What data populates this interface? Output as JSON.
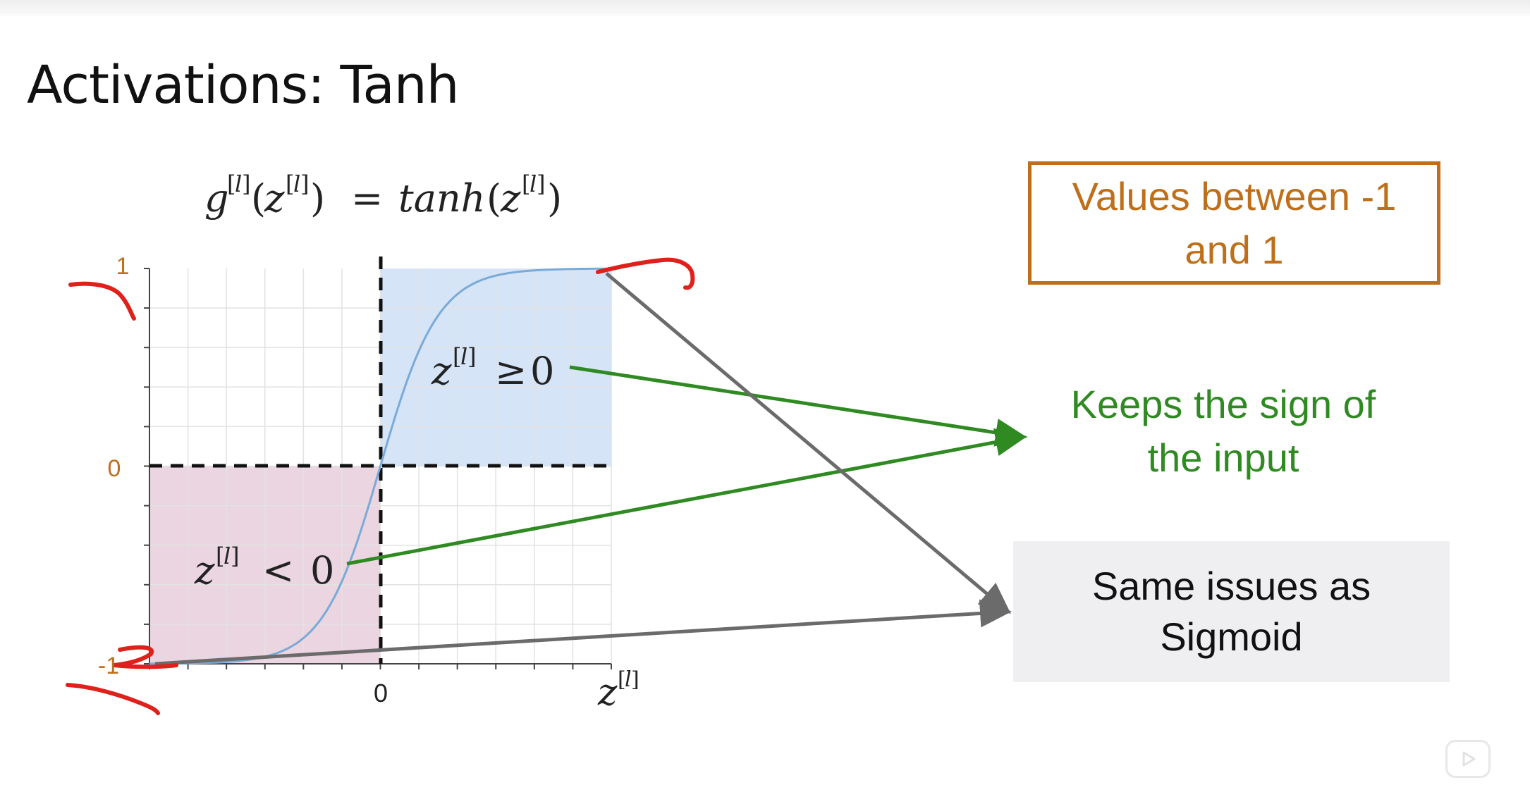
{
  "slide": {
    "title": "Activations: Tanh",
    "formula": "g[l](z[l]) = tanh(z[l])"
  },
  "chart_data": {
    "type": "line",
    "function": "tanh",
    "xlabel": "z[l]",
    "x_tick_labels": [
      "0"
    ],
    "y_tick_labels": [
      "1",
      "0",
      "-1"
    ],
    "ylim": [
      -1,
      1
    ],
    "grid": true,
    "series": [
      {
        "x": [
          -4,
          -3.5,
          -3,
          -2.5,
          -2,
          -1.5,
          -1,
          -0.5,
          0,
          0.5,
          1,
          1.5,
          2,
          2.5,
          3,
          3.5,
          4
        ],
        "values": [
          -0.999,
          -0.998,
          -0.995,
          -0.987,
          -0.964,
          -0.905,
          -0.762,
          -0.462,
          0,
          0.462,
          0.762,
          0.905,
          0.964,
          0.987,
          0.995,
          0.998,
          0.999
        ]
      }
    ],
    "annotations": {
      "positive_region": "z[l] ≥ 0",
      "negative_region": "z[l] < 0"
    }
  },
  "notes": {
    "range": "Values between -1 and 1",
    "sign": "Keeps the sign of the input",
    "issues": "Same issues as Sigmoid"
  },
  "colors": {
    "orange": "#bf6f1a",
    "green": "#2f8a22",
    "grey_arrow": "#6b6b6b",
    "curve": "#7aaad8",
    "positive_fill": "#d5e4f6",
    "negative_fill": "#ead5e0",
    "pen_red": "#e0201a"
  },
  "icons": {
    "player": "play-icon"
  }
}
